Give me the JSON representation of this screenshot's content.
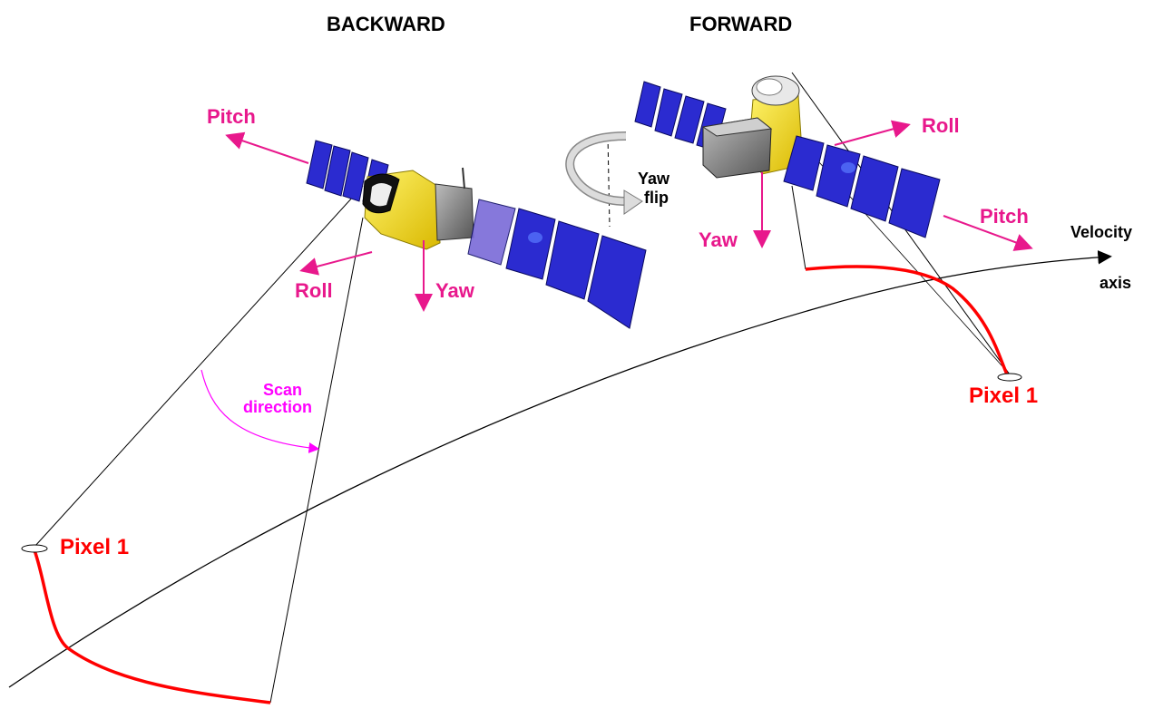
{
  "titles": {
    "backward": "BACKWARD",
    "forward": "FORWARD"
  },
  "backward": {
    "pitch": "Pitch",
    "roll": "Roll",
    "yaw": "Yaw",
    "pixel": "Pixel 1"
  },
  "forward": {
    "pitch": "Pitch",
    "roll": "Roll",
    "yaw": "Yaw",
    "pixel": "Pixel 1"
  },
  "yaw_flip": {
    "line1": "Yaw",
    "line2": "flip"
  },
  "scan": {
    "line1": "Scan",
    "line2": "direction"
  },
  "velocity": {
    "line1": "Velocity",
    "line2": "axis"
  },
  "colors": {
    "axis_label": "#e8188c",
    "pixel_label": "#ff0000",
    "trace": "#ff0000",
    "scan": "#ff00ff",
    "panel": "#2b2bd0",
    "body": "#f4e21a"
  }
}
